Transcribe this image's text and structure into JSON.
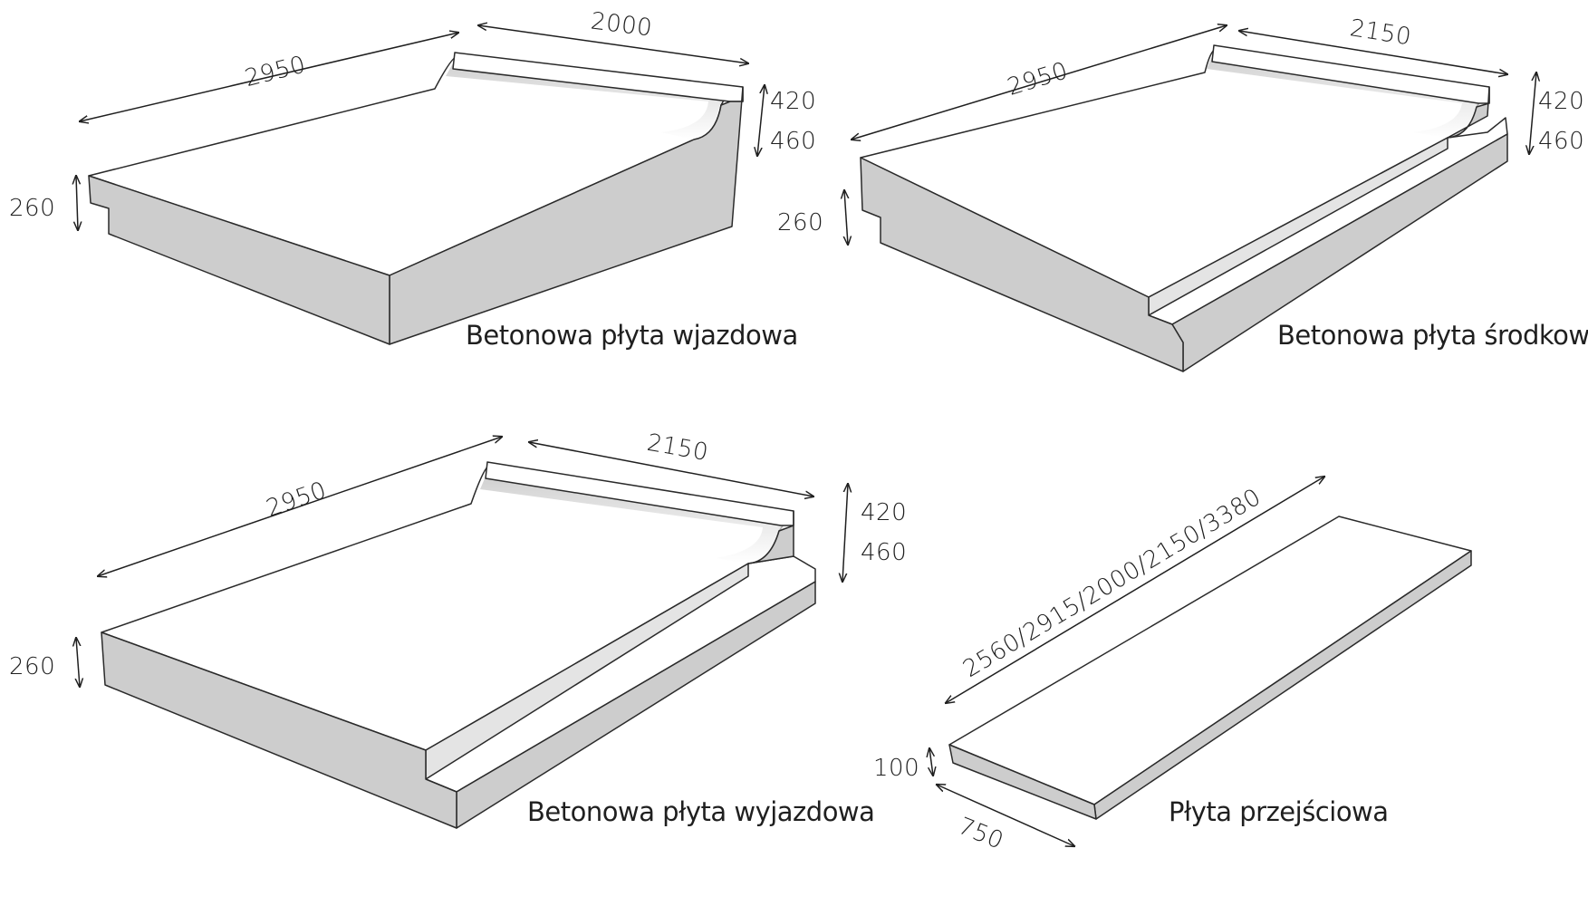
{
  "slabs": {
    "entry": {
      "caption": "Betonowa płyta wjazdowa",
      "length": "2950",
      "width": "2000",
      "height_top": "420",
      "height_bottom": "460",
      "thickness": "260"
    },
    "middle": {
      "caption": "Betonowa płyta środkowa",
      "length": "2950",
      "width": "2150",
      "height_top": "420",
      "height_bottom": "460",
      "thickness": "260"
    },
    "exit": {
      "caption": "Betonowa płyta wyjazdowa",
      "length": "2950",
      "width": "2150",
      "height_top": "420",
      "height_bottom": "460",
      "thickness": "260"
    },
    "transition": {
      "caption": "Płyta przejściowa",
      "length": "2560/2915/2000/2150/3380",
      "thickness": "100",
      "width": "750"
    }
  },
  "colors": {
    "edge": "#2a2a2a",
    "top_face": "#ffffff",
    "side_face": "#cdcdcd",
    "text": "#1f1f1f"
  }
}
